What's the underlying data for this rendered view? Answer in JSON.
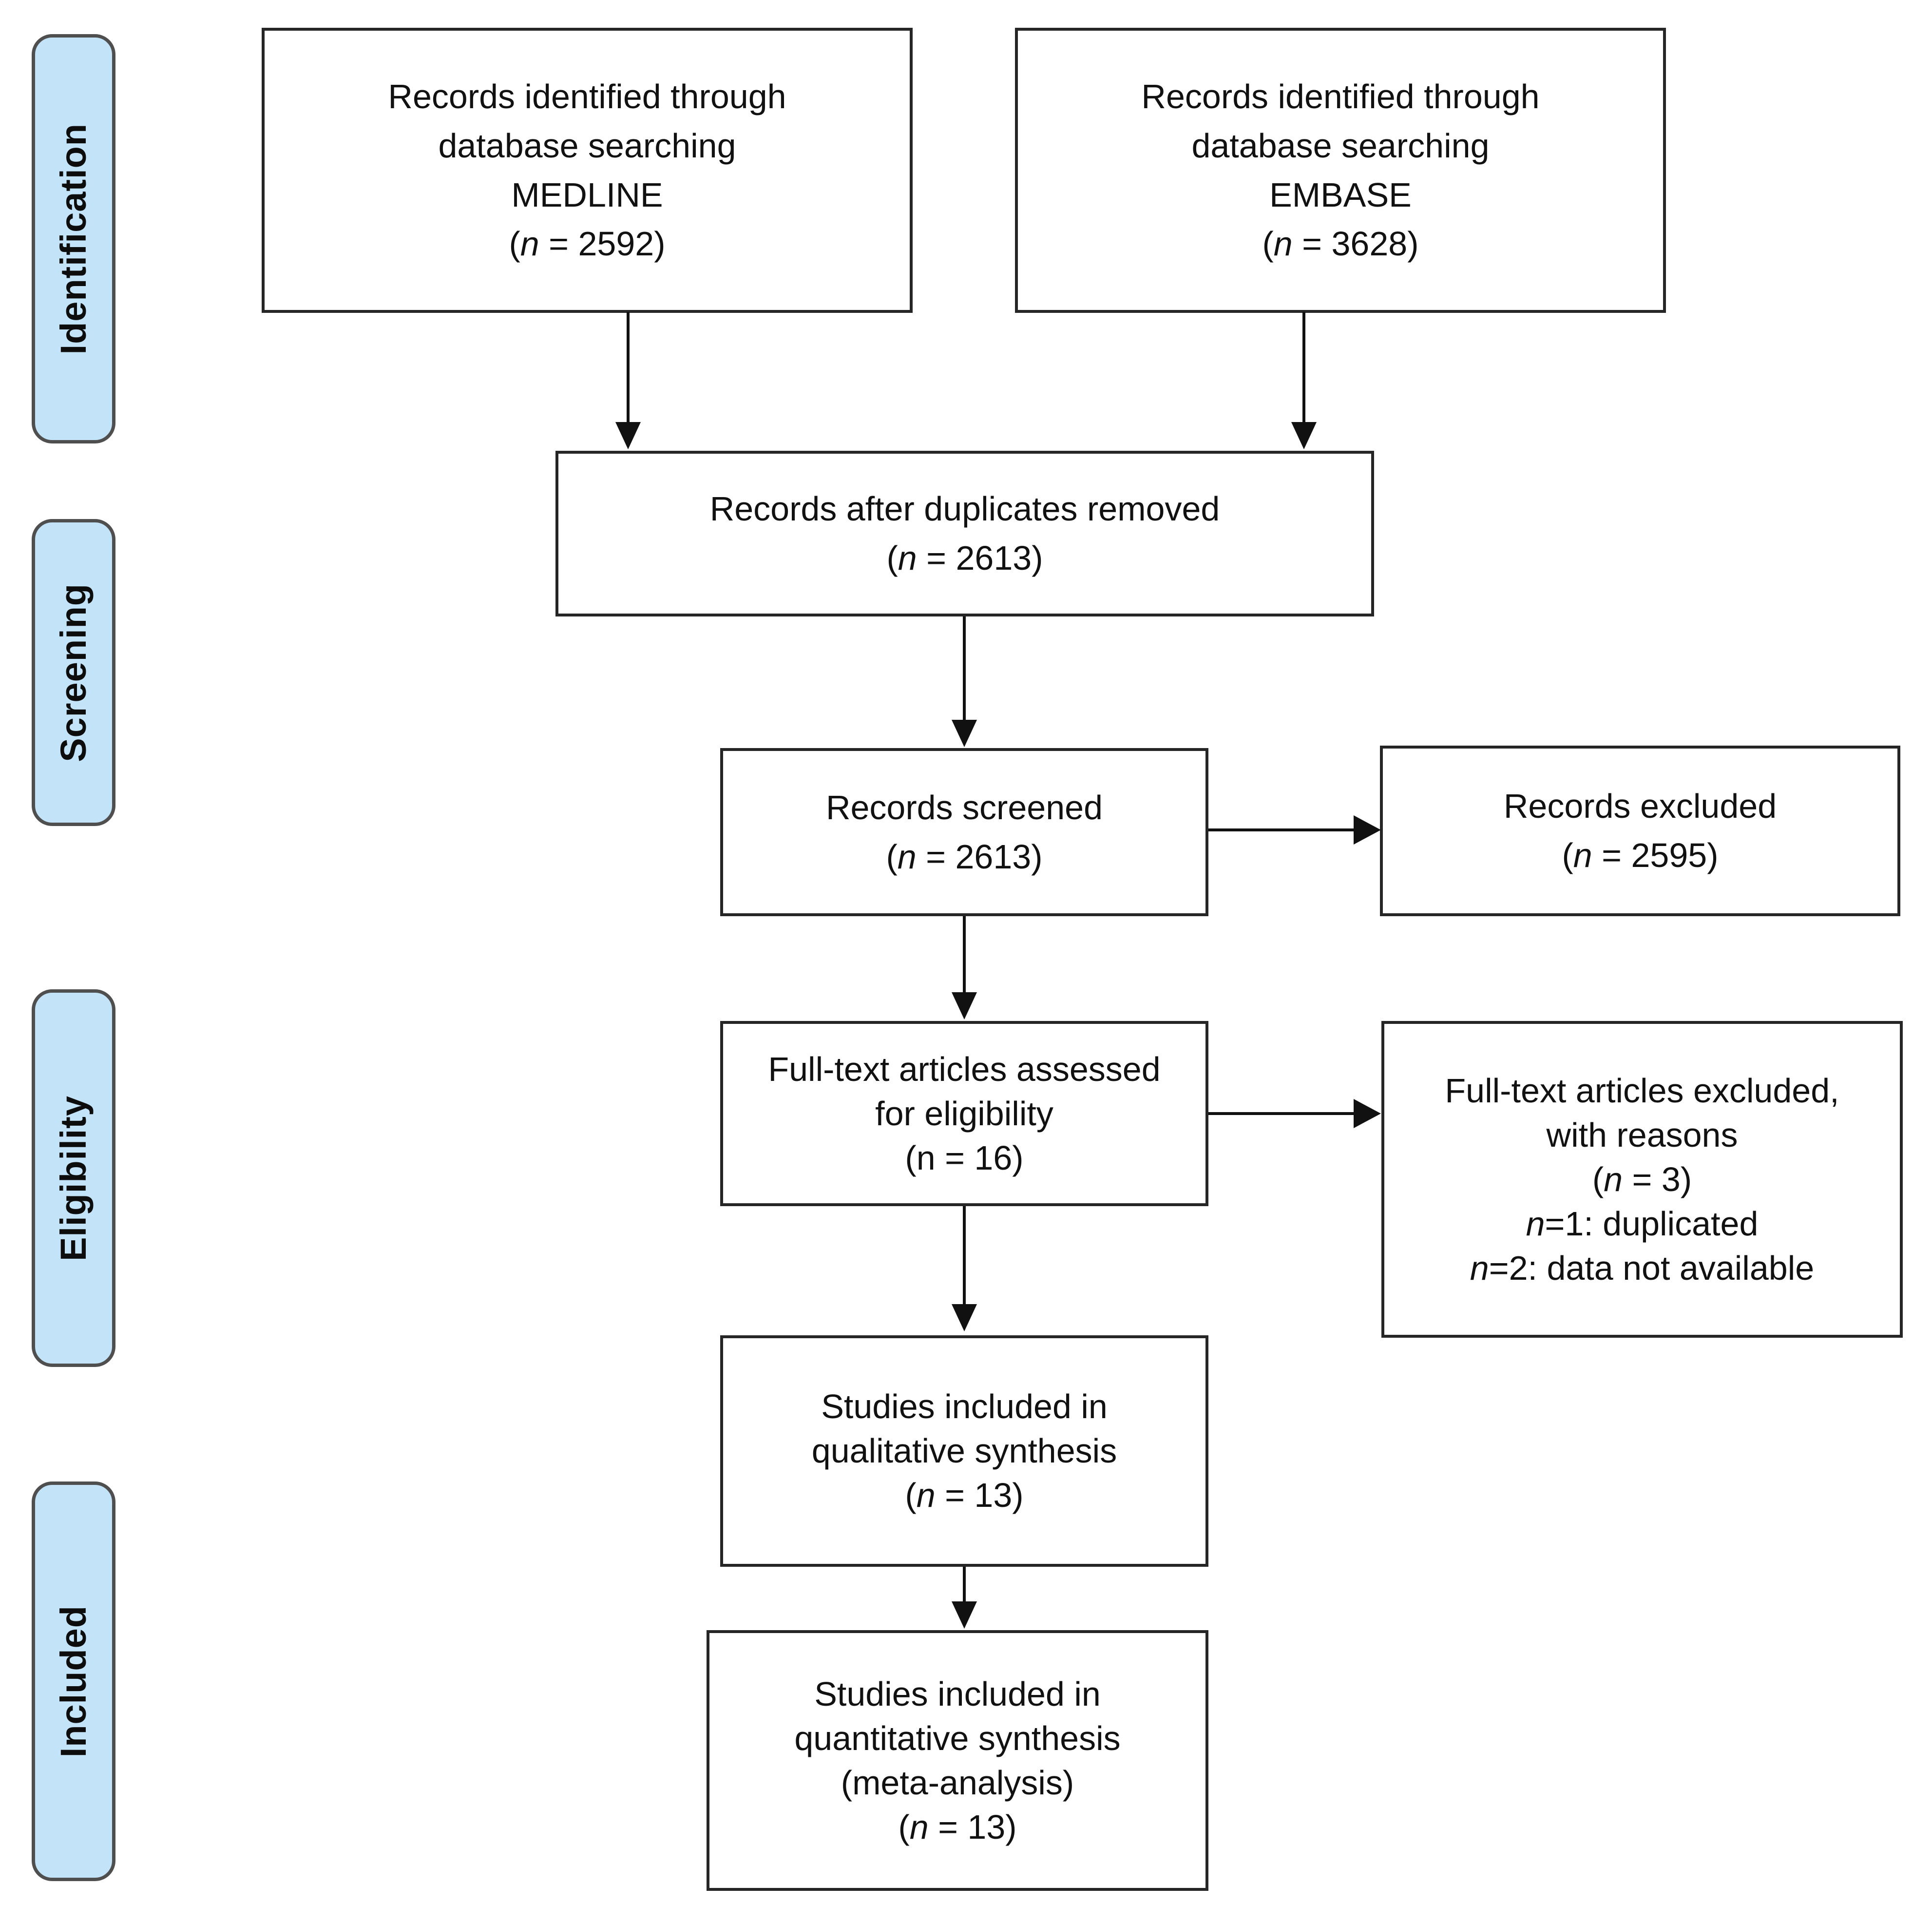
{
  "diagram": {
    "title": "PRISMA flow diagram",
    "colors": {
      "pill_fill": "#c3e3f8",
      "pill_border": "#4f4f4f",
      "box_border": "#262626",
      "box_fill": "#ffffff",
      "text": "#111111",
      "connector": "#111111"
    }
  },
  "stages": [
    {
      "id": "identification",
      "label": "Identification"
    },
    {
      "id": "screening",
      "label": "Screening"
    },
    {
      "id": "eligibility",
      "label": "Eligibility"
    },
    {
      "id": "included",
      "label": "Included"
    }
  ],
  "boxes": {
    "medline": {
      "id": "records-identified-medline",
      "lines": [
        "Records identified through",
        "database searching",
        "MEDLINE"
      ],
      "count_prefix": "(",
      "count_var": "n",
      "count_mid": " = ",
      "count_value": "2592",
      "count_suffix": ")"
    },
    "embase": {
      "id": "records-identified-embase",
      "lines": [
        "Records identified through",
        "database searching",
        "EMBASE"
      ],
      "count_prefix": "(",
      "count_var": "n",
      "count_mid": " = ",
      "count_value": "3628",
      "count_suffix": ")"
    },
    "duplicates_removed": {
      "id": "records-after-duplicates-removed",
      "lines": [
        "Records after duplicates removed"
      ],
      "count_prefix": "(",
      "count_var": "n",
      "count_mid": " = ",
      "count_value": "2613",
      "count_suffix": ")"
    },
    "records_screened": {
      "id": "records-screened",
      "lines": [
        "Records screened"
      ],
      "count_prefix": "(",
      "count_var": "n",
      "count_mid": " = ",
      "count_value": "2613",
      "count_suffix": ")"
    },
    "records_excluded": {
      "id": "records-excluded",
      "lines": [
        "Records excluded"
      ],
      "count_prefix": "(",
      "count_var": "n",
      "count_mid": " = ",
      "count_value": "2595",
      "count_suffix": ")"
    },
    "fulltext_assessed": {
      "id": "full-text-articles-assessed",
      "lines": [
        "Full-text articles assessed",
        "for eligibility"
      ],
      "count_plain": "(n = 16)"
    },
    "fulltext_excluded": {
      "id": "full-text-articles-excluded",
      "lines": [
        "Full-text articles excluded,",
        "with reasons"
      ],
      "count_prefix": "(",
      "count_var": "n",
      "count_mid": " = ",
      "count_value": "3",
      "count_suffix": ")",
      "reasons": [
        {
          "var": "n",
          "text": "=1: duplicated"
        },
        {
          "var": "n",
          "text": "=2: data not available"
        }
      ]
    },
    "qualitative": {
      "id": "studies-included-qualitative-synthesis",
      "lines": [
        "Studies included in",
        "qualitative synthesis"
      ],
      "count_prefix": "(",
      "count_var": "n",
      "count_mid": " = ",
      "count_value": "13",
      "count_suffix": ")"
    },
    "quantitative": {
      "id": "studies-included-quantitative-synthesis",
      "lines": [
        "Studies included in",
        "quantitative synthesis",
        "(meta-analysis)"
      ],
      "count_prefix": "(",
      "count_var": "n",
      "count_mid": " = ",
      "count_value": "13",
      "count_suffix": ")"
    }
  }
}
